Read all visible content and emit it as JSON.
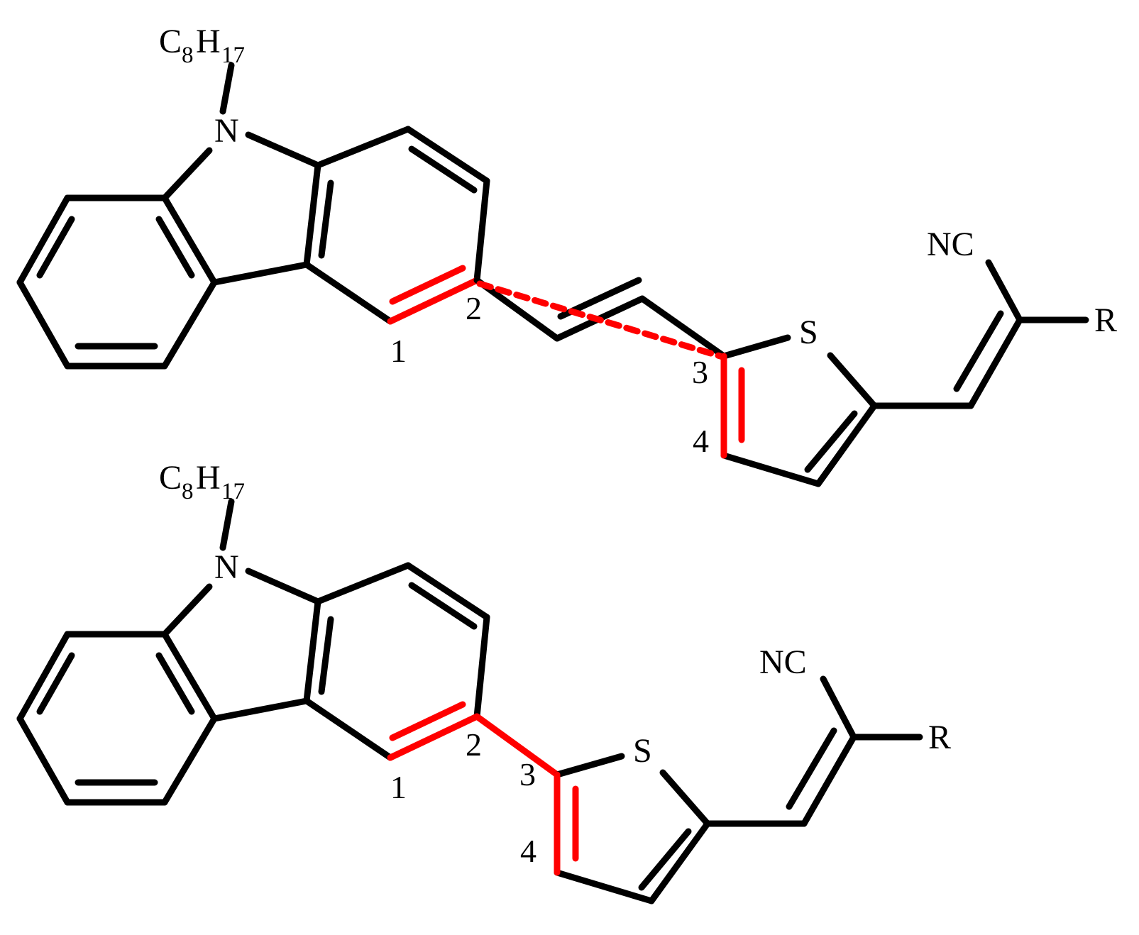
{
  "colors": {
    "bond": "#000000",
    "highlight": "#ff0000",
    "background": "#ffffff"
  },
  "structures": [
    {
      "alkyl_main": "C",
      "alkyl_sub1": "8",
      "alkyl_h": "H",
      "alkyl_sub2": "17",
      "nitrogen": "N",
      "sulfur": "S",
      "nitrile": "NC",
      "r_group": "R",
      "position_labels": [
        "1",
        "2",
        "3",
        "4"
      ],
      "note": "vinylene-bridged"
    },
    {
      "alkyl_main": "C",
      "alkyl_sub1": "8",
      "alkyl_h": "H",
      "alkyl_sub2": "17",
      "nitrogen": "N",
      "sulfur": "S",
      "nitrile": "NC",
      "r_group": "R",
      "position_labels": [
        "1",
        "2",
        "3",
        "4"
      ],
      "note": "directly linked"
    }
  ]
}
